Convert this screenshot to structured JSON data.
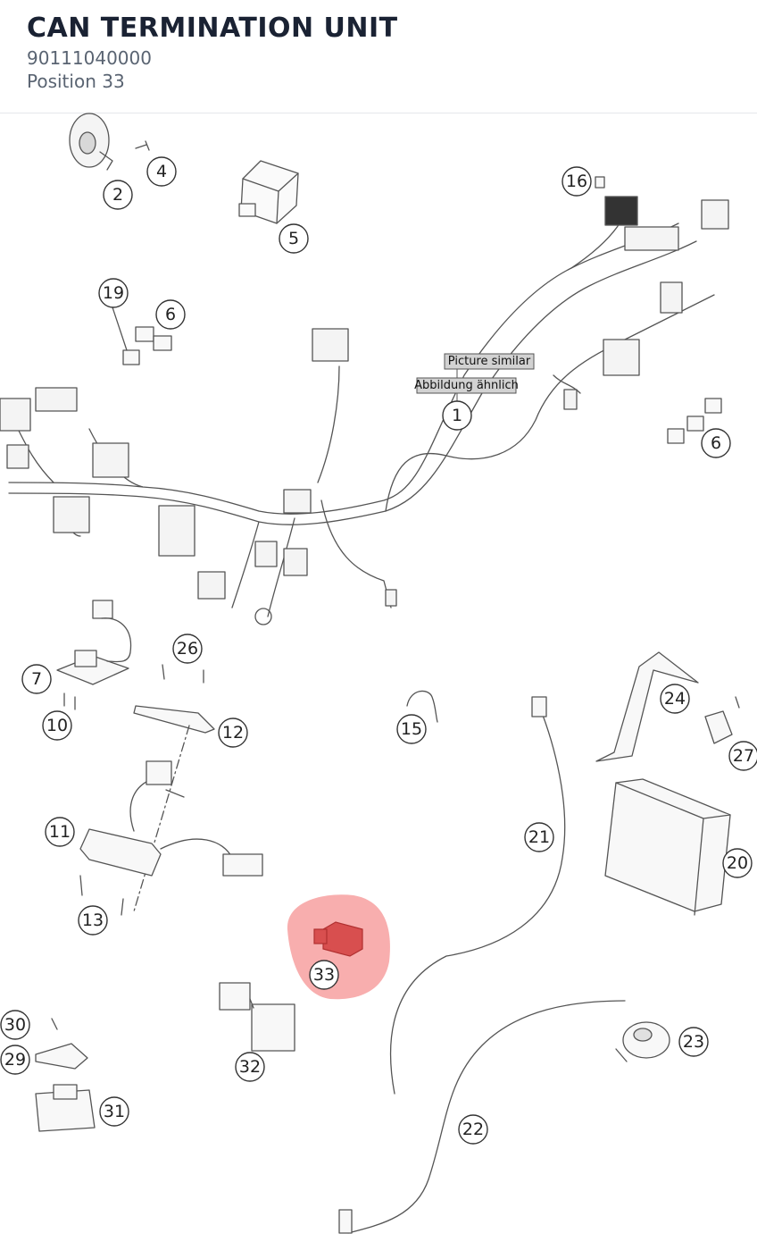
{
  "header": {
    "title": "CAN TERMINATION UNIT",
    "part_number": "90111040000",
    "position": "Position 33"
  },
  "diagram": {
    "note_en": "Picture similar",
    "note_de": "Abbildung ähnlich",
    "highlight_color": "#f26b6b",
    "labels": [
      "1",
      "2",
      "4",
      "5",
      "6",
      "6",
      "7",
      "10",
      "11",
      "12",
      "13",
      "15",
      "16",
      "19",
      "20",
      "21",
      "22",
      "23",
      "24",
      "26",
      "27",
      "29",
      "30",
      "31",
      "32",
      "33"
    ]
  }
}
